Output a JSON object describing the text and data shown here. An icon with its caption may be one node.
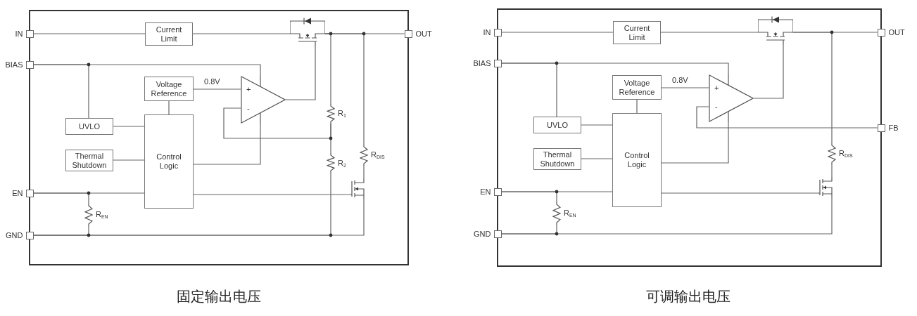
{
  "diagram": {
    "nodes": [
      {
        "text": [],
        "shape": "box"
      },
      {
        "text": [
          "IN"
        ]
      },
      {
        "text": [
          "BIAS"
        ]
      },
      {
        "text": [
          "Current Limit"
        ],
        "in": 0
      },
      {
        "text": [],
        "shape": "transistor",
        "in": 0
      },
      {
        "text": [
          "OUT"
        ]
      },
      {
        "text": [
          "Voltage Reference"
        ],
        "in": 0
      },
      {
        "text": [
          "+",
          "-"
        ],
        "in": 0
      },
      {
        "text": [
          "UVLO"
        ],
        "in": 0
      },
      {
        "text": [],
        "shape": "resistor",
        "beside": [
          "R$_{1}$"
        ],
        "in": 0
      },
      {
        "text": [
          "Control Logic"
        ],
        "in": 0
      },
      {
        "text": [
          "Thermal Shutdown"
        ],
        "in": 0
      },
      {
        "text": [],
        "shape": "resistor",
        "beside": [
          "R$_{2}$"
        ],
        "in": 0
      },
      {
        "text": [],
        "shape": "resistor",
        "beside": [
          "R$_{DIS}$"
        ],
        "in": 0
      },
      {
        "text": [
          "EN"
        ]
      },
      {
        "text": [],
        "shape": "transistor",
        "in": 0
      },
      {
        "text": [],
        "shape": "resistor",
        "beside": [
          "R$_{EN}$"
        ],
        "in": 0
      },
      {
        "text": [
          "GND"
        ]
      },
      {
        "text": [],
        "shape": "box"
      },
      {
        "text": [
          "IN"
        ]
      },
      {
        "text": [
          "BIAS"
        ]
      },
      {
        "text": [
          "Current Limit"
        ],
        "in": 18
      },
      {
        "text": [],
        "shape": "transistor",
        "in": 18
      },
      {
        "text": [
          "OUT"
        ]
      },
      {
        "text": [
          "Voltage Reference"
        ],
        "in": 18
      },
      {
        "text": [
          "+",
          "-"
        ],
        "in": 18
      },
      {
        "text": [
          "UVLO"
        ],
        "in": 18
      },
      {
        "text": [
          "Control Logic"
        ],
        "in": 18
      },
      {
        "text": [
          "FB"
        ]
      },
      {
        "text": [
          "Thermal Shutdown"
        ],
        "in": 18
      },
      {
        "text": [],
        "shape": "resistor",
        "beside": [
          "R$_{DIS}$"
        ],
        "in": 18
      },
      {
        "text": [
          "EN"
        ]
      },
      {
        "text": [],
        "shape": "transistor",
        "in": 18
      },
      {
        "text": [],
        "shape": "resistor",
        "beside": [
          "R$_{EN}$"
        ],
        "in": 18
      },
      {
        "text": [
          "GND"
        ]
      }
    ],
    "edges": [
      {
        "from": 1,
        "to": 3,
        "arrow": "none"
      },
      {
        "from": 3,
        "to": 4,
        "arrow": "none"
      },
      {
        "from": 4,
        "to": 5,
        "arrow": "none"
      },
      {
        "from": 4,
        "to": 9,
        "arrow": "none"
      },
      {
        "from": 4,
        "to": 13,
        "arrow": "none"
      },
      {
        "from": 2,
        "to": 8,
        "arrow": "none"
      },
      {
        "from": 2,
        "to": 7,
        "arrow": "none"
      },
      {
        "from": 6,
        "to": 7,
        "arrow": "none",
        "label": "0.8V"
      },
      {
        "from": 6,
        "to": 10,
        "arrow": "none"
      },
      {
        "from": 7,
        "to": 4,
        "arrow": "none"
      },
      {
        "from": 9,
        "to": 12,
        "arrow": "none"
      },
      {
        "from": 9,
        "to": 7,
        "arrow": "none"
      },
      {
        "from": 8,
        "to": 10,
        "arrow": "none"
      },
      {
        "from": 11,
        "to": 10,
        "arrow": "none"
      },
      {
        "from": 10,
        "to": 7,
        "arrow": "none"
      },
      {
        "from": 14,
        "to": 10,
        "arrow": "none"
      },
      {
        "from": 14,
        "to": 16,
        "arrow": "none"
      },
      {
        "from": 16,
        "to": 17,
        "arrow": "none"
      },
      {
        "from": 10,
        "to": 15,
        "arrow": "none"
      },
      {
        "from": 13,
        "to": 15,
        "arrow": "none"
      },
      {
        "from": 15,
        "to": 17,
        "arrow": "none"
      },
      {
        "from": 12,
        "to": 17,
        "arrow": "none"
      },
      {
        "from": 19,
        "to": 21,
        "arrow": "none"
      },
      {
        "from": 21,
        "to": 22,
        "arrow": "none"
      },
      {
        "from": 22,
        "to": 23,
        "arrow": "none"
      },
      {
        "from": 22,
        "to": 30,
        "arrow": "none"
      },
      {
        "from": 20,
        "to": 26,
        "arrow": "none"
      },
      {
        "from": 20,
        "to": 25,
        "arrow": "none"
      },
      {
        "from": 24,
        "to": 25,
        "arrow": "none",
        "label": "0.8V"
      },
      {
        "from": 24,
        "to": 27,
        "arrow": "none"
      },
      {
        "from": 25,
        "to": 22,
        "arrow": "none"
      },
      {
        "from": 28,
        "to": 25,
        "arrow": "none"
      },
      {
        "from": 26,
        "to": 27,
        "arrow": "none"
      },
      {
        "from": 29,
        "to": 27,
        "arrow": "none"
      },
      {
        "from": 27,
        "to": 25,
        "arrow": "none"
      },
      {
        "from": 31,
        "to": 27,
        "arrow": "none"
      },
      {
        "from": 31,
        "to": 33,
        "arrow": "none"
      },
      {
        "from": 33,
        "to": 34,
        "arrow": "none"
      },
      {
        "from": 27,
        "to": 32,
        "arrow": "none"
      },
      {
        "from": 30,
        "to": 32,
        "arrow": "none"
      },
      {
        "from": 32,
        "to": 34,
        "arrow": "none"
      }
    ],
    "labels": [
      "固定输出电压",
      "可调输出电压"
    ]
  }
}
